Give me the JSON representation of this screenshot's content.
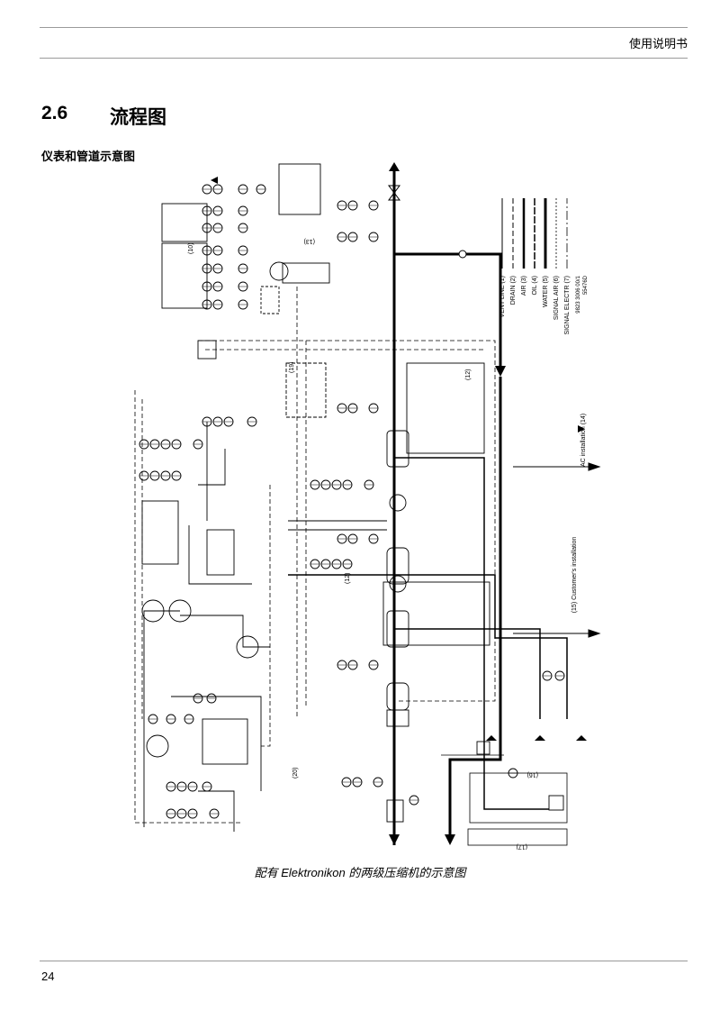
{
  "header": {
    "title": "使用说明书"
  },
  "section": {
    "number": "2.6",
    "title": "流程图"
  },
  "subheading": "仪表和管道示意图",
  "diagram": {
    "legend": {
      "items": [
        "VENT LINE (1)",
        "DRAIN (2)",
        "AIR (3)",
        "OIL (4)",
        "WATER (5)",
        "SIGNAL AIR (6)",
        "SIGNAL ELECTR (7)"
      ],
      "reference": "9823 3006 00/1",
      "code": "55476D"
    },
    "labels": {
      "ac_installation": "AC installation (14)",
      "customer_installation": "(15) Customer's installation",
      "n13": "(13)",
      "n16": "(16)",
      "n17": "(17)",
      "n19": "(19)",
      "n20": "(20)",
      "n10": "(10)",
      "n12a": "(12)",
      "n12b": "(12)"
    }
  },
  "caption": "配有 Elektronikon 的两级压缩机的示意图",
  "footer": {
    "page_number": "24"
  }
}
